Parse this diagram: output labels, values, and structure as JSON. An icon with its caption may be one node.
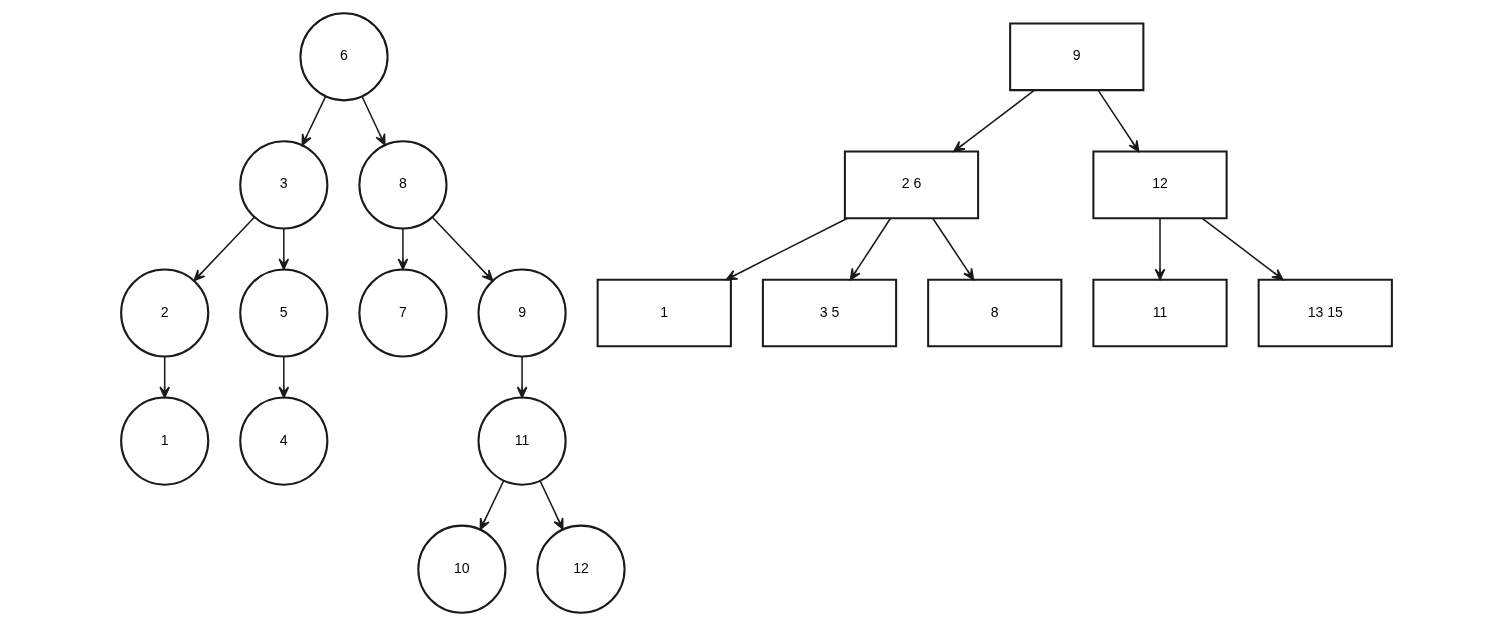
{
  "diagram": {
    "nodes": [
      {
        "text": [
          "6"
        ]
      },
      {
        "text": [
          "3"
        ]
      },
      {
        "text": [
          "8"
        ]
      },
      {
        "text": [
          "2"
        ]
      },
      {
        "text": [
          "5"
        ]
      },
      {
        "text": [
          "7"
        ]
      },
      {
        "text": [
          "9"
        ]
      },
      {
        "text": [
          "1"
        ]
      },
      {
        "text": [
          "4"
        ]
      },
      {
        "text": [
          "11"
        ]
      },
      {
        "text": [
          "10"
        ]
      },
      {
        "text": [
          "12"
        ]
      },
      {
        "text": [
          "9"
        ]
      },
      {
        "text": [
          "2 6"
        ]
      },
      {
        "text": [
          "12"
        ]
      },
      {
        "text": [
          "1"
        ]
      },
      {
        "text": [
          "3 5"
        ]
      },
      {
        "text": [
          "8"
        ]
      },
      {
        "text": [
          "11"
        ]
      },
      {
        "text": [
          "13 15"
        ]
      }
    ],
    "edges": [
      {
        "from": 0,
        "to": 1,
        "arrow": "to"
      },
      {
        "from": 0,
        "to": 2,
        "arrow": "to"
      },
      {
        "from": 1,
        "to": 3,
        "arrow": "to"
      },
      {
        "from": 1,
        "to": 4,
        "arrow": "to"
      },
      {
        "from": 2,
        "to": 5,
        "arrow": "to"
      },
      {
        "from": 2,
        "to": 6,
        "arrow": "to"
      },
      {
        "from": 3,
        "to": 7,
        "arrow": "to"
      },
      {
        "from": 4,
        "to": 8,
        "arrow": "to"
      },
      {
        "from": 6,
        "to": 9,
        "arrow": "to"
      },
      {
        "from": 9,
        "to": 10,
        "arrow": "to"
      },
      {
        "from": 9,
        "to": 11,
        "arrow": "to"
      },
      {
        "from": 12,
        "to": 13,
        "arrow": "to"
      },
      {
        "from": 12,
        "to": 14,
        "arrow": "to"
      },
      {
        "from": 13,
        "to": 15,
        "arrow": "to"
      },
      {
        "from": 13,
        "to": 16,
        "arrow": "to"
      },
      {
        "from": 13,
        "to": 17,
        "arrow": "to"
      },
      {
        "from": 14,
        "to": 18,
        "arrow": "to"
      },
      {
        "from": 14,
        "to": 19,
        "arrow": "to"
      }
    ]
  }
}
